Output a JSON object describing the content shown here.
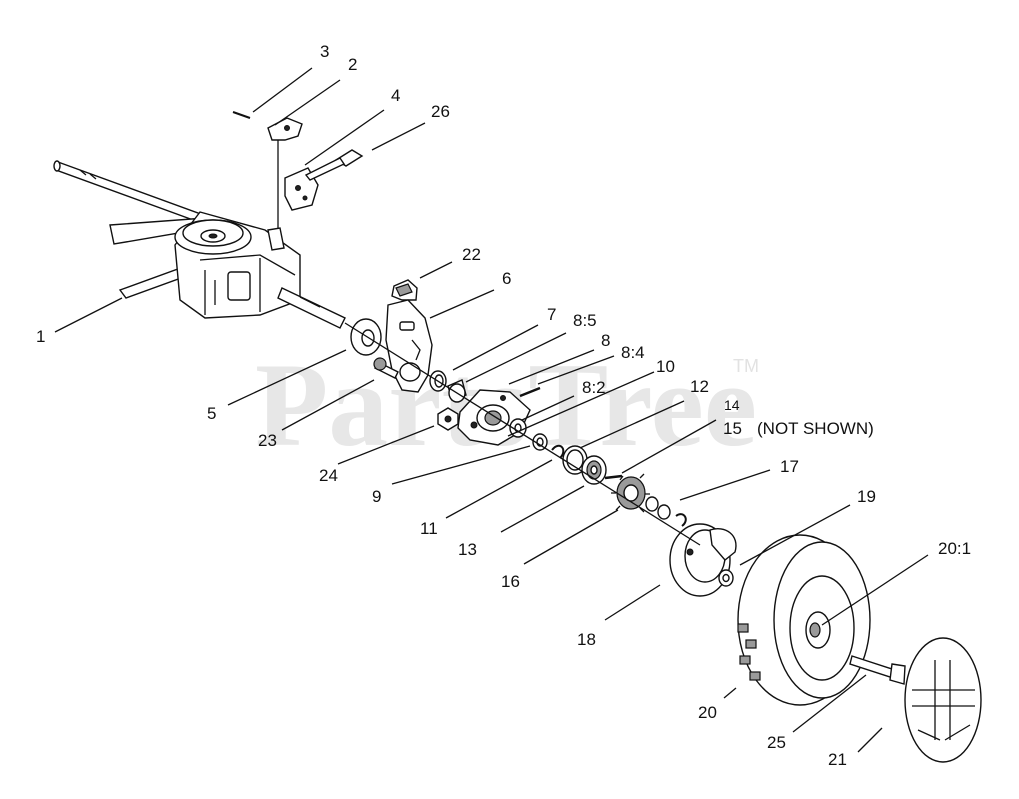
{
  "watermark": {
    "text": "PartsTree",
    "trademark": "TM"
  },
  "callouts": [
    {
      "id": "c1",
      "text": "1"
    },
    {
      "id": "c2",
      "text": "2"
    },
    {
      "id": "c3",
      "text": "3"
    },
    {
      "id": "c4",
      "text": "4"
    },
    {
      "id": "c26",
      "text": "26"
    },
    {
      "id": "c22",
      "text": "22"
    },
    {
      "id": "c6",
      "text": "6"
    },
    {
      "id": "c7",
      "text": "7"
    },
    {
      "id": "c85",
      "text": "8:5"
    },
    {
      "id": "c8",
      "text": "8"
    },
    {
      "id": "c84",
      "text": "8:4"
    },
    {
      "id": "c10",
      "text": "10"
    },
    {
      "id": "c82",
      "text": "8:2"
    },
    {
      "id": "c12",
      "text": "12"
    },
    {
      "id": "c14",
      "text": "14"
    },
    {
      "id": "c15",
      "text": "15"
    },
    {
      "id": "c5",
      "text": "5"
    },
    {
      "id": "c23",
      "text": "23"
    },
    {
      "id": "c24",
      "text": "24"
    },
    {
      "id": "c9",
      "text": "9"
    },
    {
      "id": "c11",
      "text": "11"
    },
    {
      "id": "c13",
      "text": "13"
    },
    {
      "id": "c16",
      "text": "16"
    },
    {
      "id": "c17",
      "text": "17"
    },
    {
      "id": "c19",
      "text": "19"
    },
    {
      "id": "c201",
      "text": "20:1"
    },
    {
      "id": "c18",
      "text": "18"
    },
    {
      "id": "c20",
      "text": "20"
    },
    {
      "id": "c25",
      "text": "25"
    },
    {
      "id": "c21",
      "text": "21"
    }
  ],
  "note": {
    "text": "(NOT SHOWN)"
  }
}
